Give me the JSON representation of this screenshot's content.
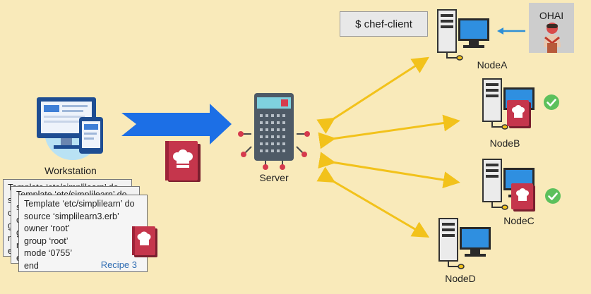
{
  "command": "$ chef-client",
  "ohai": {
    "label": "OHAI",
    "icon": "ohai-person-icon"
  },
  "workstation": {
    "label": "Workstation",
    "icon": "workstation-devices-icon"
  },
  "server": {
    "label": "Server",
    "icon": "server-icon"
  },
  "nodes": [
    {
      "label": "NodeA",
      "status": ""
    },
    {
      "label": "NodeB",
      "status": "check"
    },
    {
      "label": "NodeC",
      "status": "check"
    },
    {
      "label": "NodeD",
      "status": ""
    }
  ],
  "recipes": {
    "back_line": "Template ‘etc/simplilearn’ do",
    "back_left": [
      "s",
      "o",
      "g",
      "m",
      "e"
    ],
    "front_lines": [
      "Template ‘etc/simplilearn’ do",
      "source ‘simplilearn3.erb’",
      "owner ‘root’",
      "group ‘root’",
      "mode ‘0755’",
      "end"
    ],
    "tag": "Recipe 3"
  },
  "colors": {
    "background": "#f9eaba",
    "arrow_blue": "#1c6fe6",
    "arrow_yellow": "#f2c21b",
    "check_green": "#5cc05c",
    "cookbook_red": "#c5364c"
  }
}
